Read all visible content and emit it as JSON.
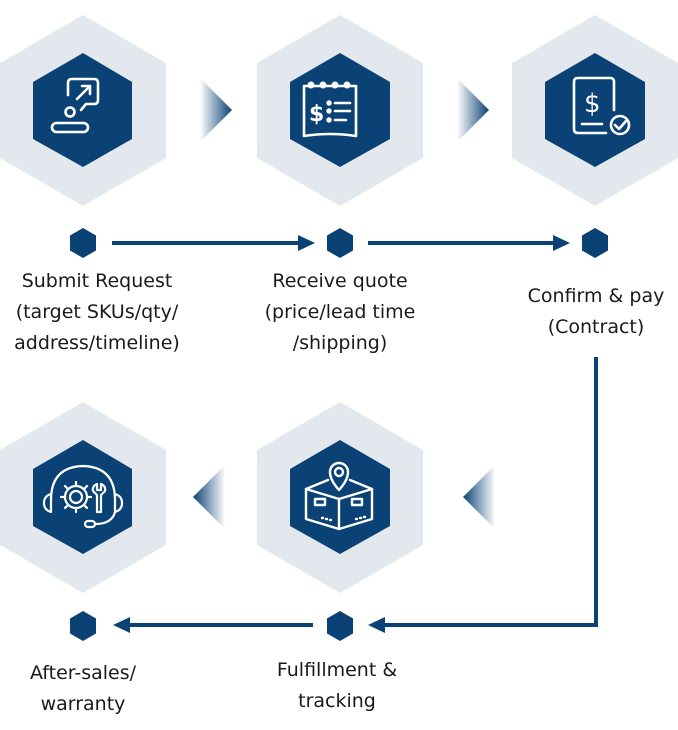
{
  "diagram": {
    "title": "",
    "colors": {
      "primary": "#0b4275",
      "hex_background": "#e3e8ef",
      "icon_stroke": "#ffffff",
      "text": "#1a1a1a"
    },
    "steps": [
      {
        "id": "submit",
        "icon": "user-request-icon",
        "lines": [
          "Submit Request",
          "(target SKUs/qty/",
          "address/timeline)"
        ]
      },
      {
        "id": "quote",
        "icon": "price-list-icon",
        "lines": [
          "Receive quote",
          "(price/lead time",
          "/shipping)"
        ]
      },
      {
        "id": "confirm",
        "icon": "contract-payment-icon",
        "lines": [
          "Confirm & pay",
          "(Contract)"
        ]
      },
      {
        "id": "fulfillment",
        "icon": "package-location-icon",
        "lines": [
          "Fulfillment &",
          "tracking"
        ]
      },
      {
        "id": "aftersales",
        "icon": "support-service-icon",
        "lines": [
          "After-sales/",
          "warranty"
        ]
      }
    ],
    "flow": [
      {
        "from": "submit",
        "to": "quote"
      },
      {
        "from": "quote",
        "to": "confirm"
      },
      {
        "from": "confirm",
        "to": "fulfillment"
      },
      {
        "from": "fulfillment",
        "to": "aftersales"
      }
    ]
  }
}
